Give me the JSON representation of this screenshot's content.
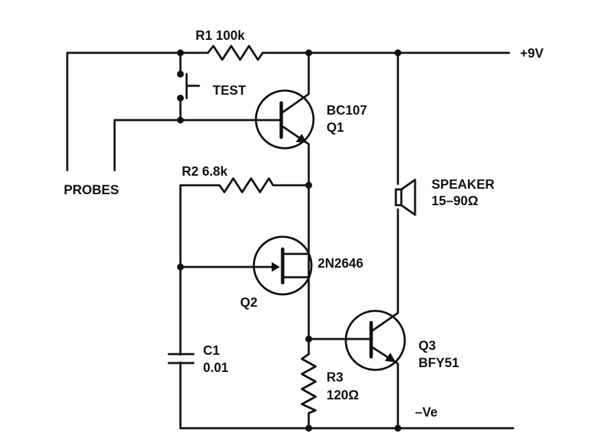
{
  "labels": {
    "r1": "R1 100k",
    "test": "TEST",
    "supply_pos": "+9V",
    "q1_part": "BC107",
    "q1_name": "Q1",
    "probes": "PROBES",
    "r2": "R2 6.8k",
    "speaker": "SPEAKER",
    "speaker_range": "15–90Ω",
    "q2_part": "2N2646",
    "q2_name": "Q2",
    "c1_name": "C1",
    "c1_value": "0.01",
    "r3_name": "R3",
    "r3_value": "120Ω",
    "q3_name": "Q3",
    "q3_part": "BFY51",
    "supply_neg": "–Ve"
  },
  "colors": {
    "ink": "#111111",
    "background": "#ffffff"
  }
}
